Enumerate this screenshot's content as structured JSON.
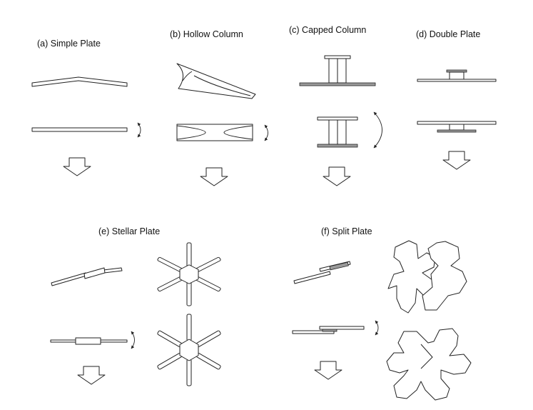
{
  "figure": {
    "panels": [
      {
        "id": "a",
        "label": "(a) Simple Plate"
      },
      {
        "id": "b",
        "label": "(b) Hollow Column"
      },
      {
        "id": "c",
        "label": "(c) Capped Column"
      },
      {
        "id": "d",
        "label": "(d) Double Plate"
      },
      {
        "id": "e",
        "label": "(e) Stellar Plate"
      },
      {
        "id": "f",
        "label": "(f) Split Plate"
      }
    ]
  },
  "colors": {
    "stroke": "#222222",
    "fill": "#ffffff",
    "shaded": "#9a9a9a",
    "label": "#111111"
  }
}
